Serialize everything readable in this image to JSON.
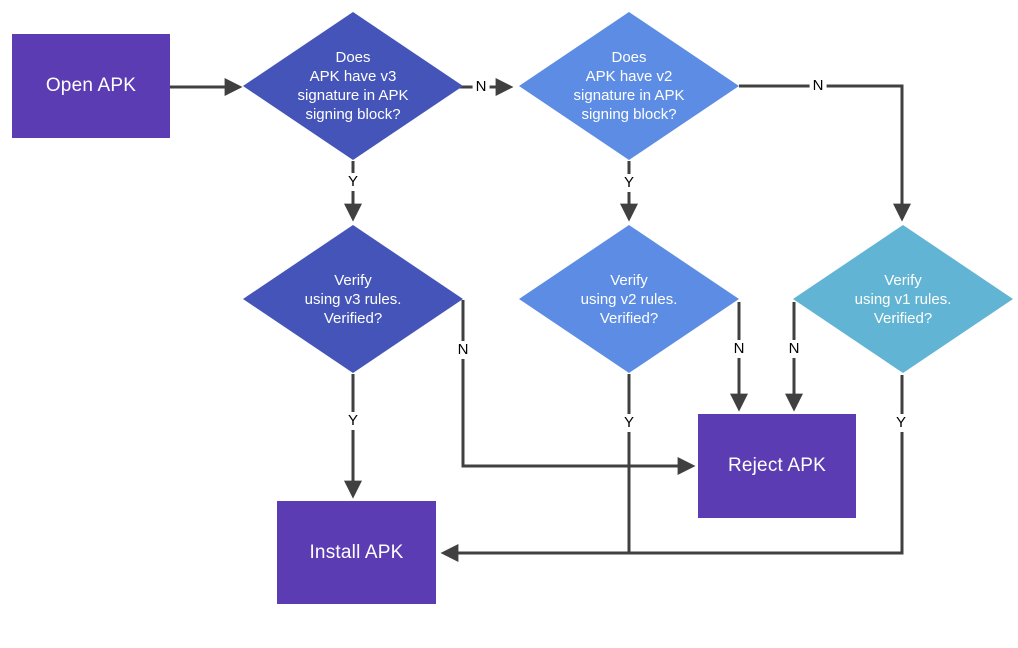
{
  "nodes": {
    "open_apk": {
      "label": "Open APK",
      "shape": "process",
      "color": "#5b3cb3"
    },
    "q_v3": {
      "lines": [
        "Does",
        "APK have v3",
        "signature in APK",
        "signing block?"
      ],
      "shape": "decision",
      "color": "#4454b8"
    },
    "q_v2": {
      "lines": [
        "Does",
        "APK have v2",
        "signature in APK",
        "signing block?"
      ],
      "shape": "decision",
      "color": "#5c8ce4"
    },
    "verify_v3": {
      "lines": [
        "Verify",
        "using v3 rules.",
        "Verified?"
      ],
      "shape": "decision",
      "color": "#4454b8"
    },
    "verify_v2": {
      "lines": [
        "Verify",
        "using v2 rules.",
        "Verified?"
      ],
      "shape": "decision",
      "color": "#5c8ce4"
    },
    "verify_v1": {
      "lines": [
        "Verify",
        "using v1 rules.",
        "Verified?"
      ],
      "shape": "decision",
      "color": "#61b4d3"
    },
    "reject_apk": {
      "label": "Reject APK",
      "shape": "process",
      "color": "#5b3cb3"
    },
    "install_apk": {
      "label": "Install APK",
      "shape": "process",
      "color": "#5b3cb3"
    }
  },
  "edge_labels": {
    "q_v3_no": "N",
    "q_v3_yes": "Y",
    "q_v2_no": "N",
    "q_v2_yes": "Y",
    "verify_v3_no": "N",
    "verify_v3_yes": "Y",
    "verify_v2_no": "N",
    "verify_v2_yes": "Y",
    "verify_v1_no": "N",
    "verify_v1_yes": "Y"
  },
  "colors": {
    "process_purple": "#5b3cb3",
    "decision_indigo": "#4454b8",
    "decision_blue": "#5c8ce4",
    "decision_teal": "#61b4d3",
    "connector_gray": "#404040",
    "node_text": "#ffffff",
    "edge_label_text": "#000000",
    "background": "#ffffff"
  }
}
